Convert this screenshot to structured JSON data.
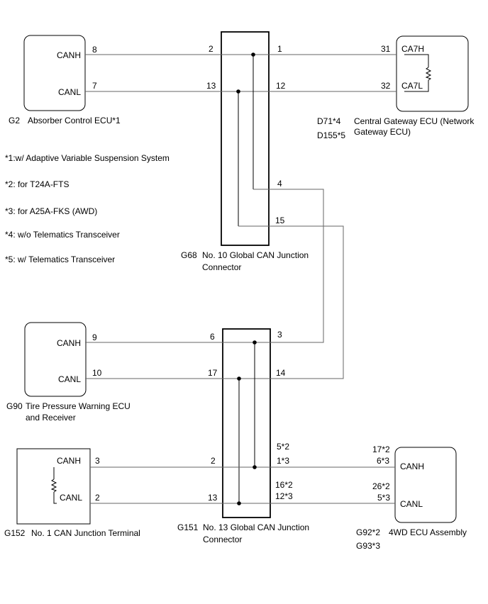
{
  "ecus": {
    "absorber": {
      "code": "G2",
      "name": "Absorber Control ECU*1",
      "canh": "CANH",
      "canl": "CANL",
      "pin_h": "8",
      "pin_l": "7"
    },
    "gateway": {
      "codes": [
        "D71*4",
        "D155*5"
      ],
      "name_lines": [
        "Central Gateway ECU (Network",
        "Gateway ECU)"
      ],
      "canh": "CA7H",
      "canl": "CA7L",
      "pin_h": "31",
      "pin_l": "32"
    },
    "tire": {
      "code": "G90",
      "name_lines": [
        "Tire Pressure Warning ECU",
        "and Receiver"
      ],
      "canh": "CANH",
      "canl": "CANL",
      "pin_h": "9",
      "pin_l": "10"
    },
    "terminal": {
      "code": "G152",
      "name": "No. 1 CAN Junction Terminal",
      "canh": "CANH",
      "canl": "CANL",
      "pin_h": "3",
      "pin_l": "2"
    },
    "awd": {
      "codes": [
        "G92*2",
        "G93*3"
      ],
      "name": "4WD ECU Assembly",
      "canh": "CANH",
      "canl": "CANL",
      "pin_h_a": "17*2",
      "pin_h_b": "6*3",
      "pin_l_a": "26*2",
      "pin_l_b": "5*3"
    }
  },
  "connectors": {
    "g68": {
      "code": "G68",
      "name_lines": [
        "No. 10 Global CAN Junction",
        "Connector"
      ],
      "pins": {
        "in_h": "2",
        "in_l": "13",
        "out_h": "1",
        "out_l": "12",
        "branch_h": "4",
        "branch_l": "15"
      }
    },
    "g151": {
      "code": "G151",
      "name_lines": [
        "No. 13 Global CAN Junction",
        "Connector"
      ],
      "pins": {
        "in_h": "6",
        "in_l": "17",
        "out_h": "3",
        "out_l": "14",
        "t_h": "2",
        "t_l": "13",
        "a_h_1": "5*2",
        "a_h_2": "1*3",
        "a_l_1": "16*2",
        "a_l_2": "12*3"
      }
    }
  },
  "notes": [
    "*1:w/ Adaptive Variable Suspension System",
    "*2: for T24A-FTS",
    "*3: for A25A-FKS (AWD)",
    "*4: w/o Telematics Transceiver",
    "*5: w/ Telematics Transceiver"
  ]
}
